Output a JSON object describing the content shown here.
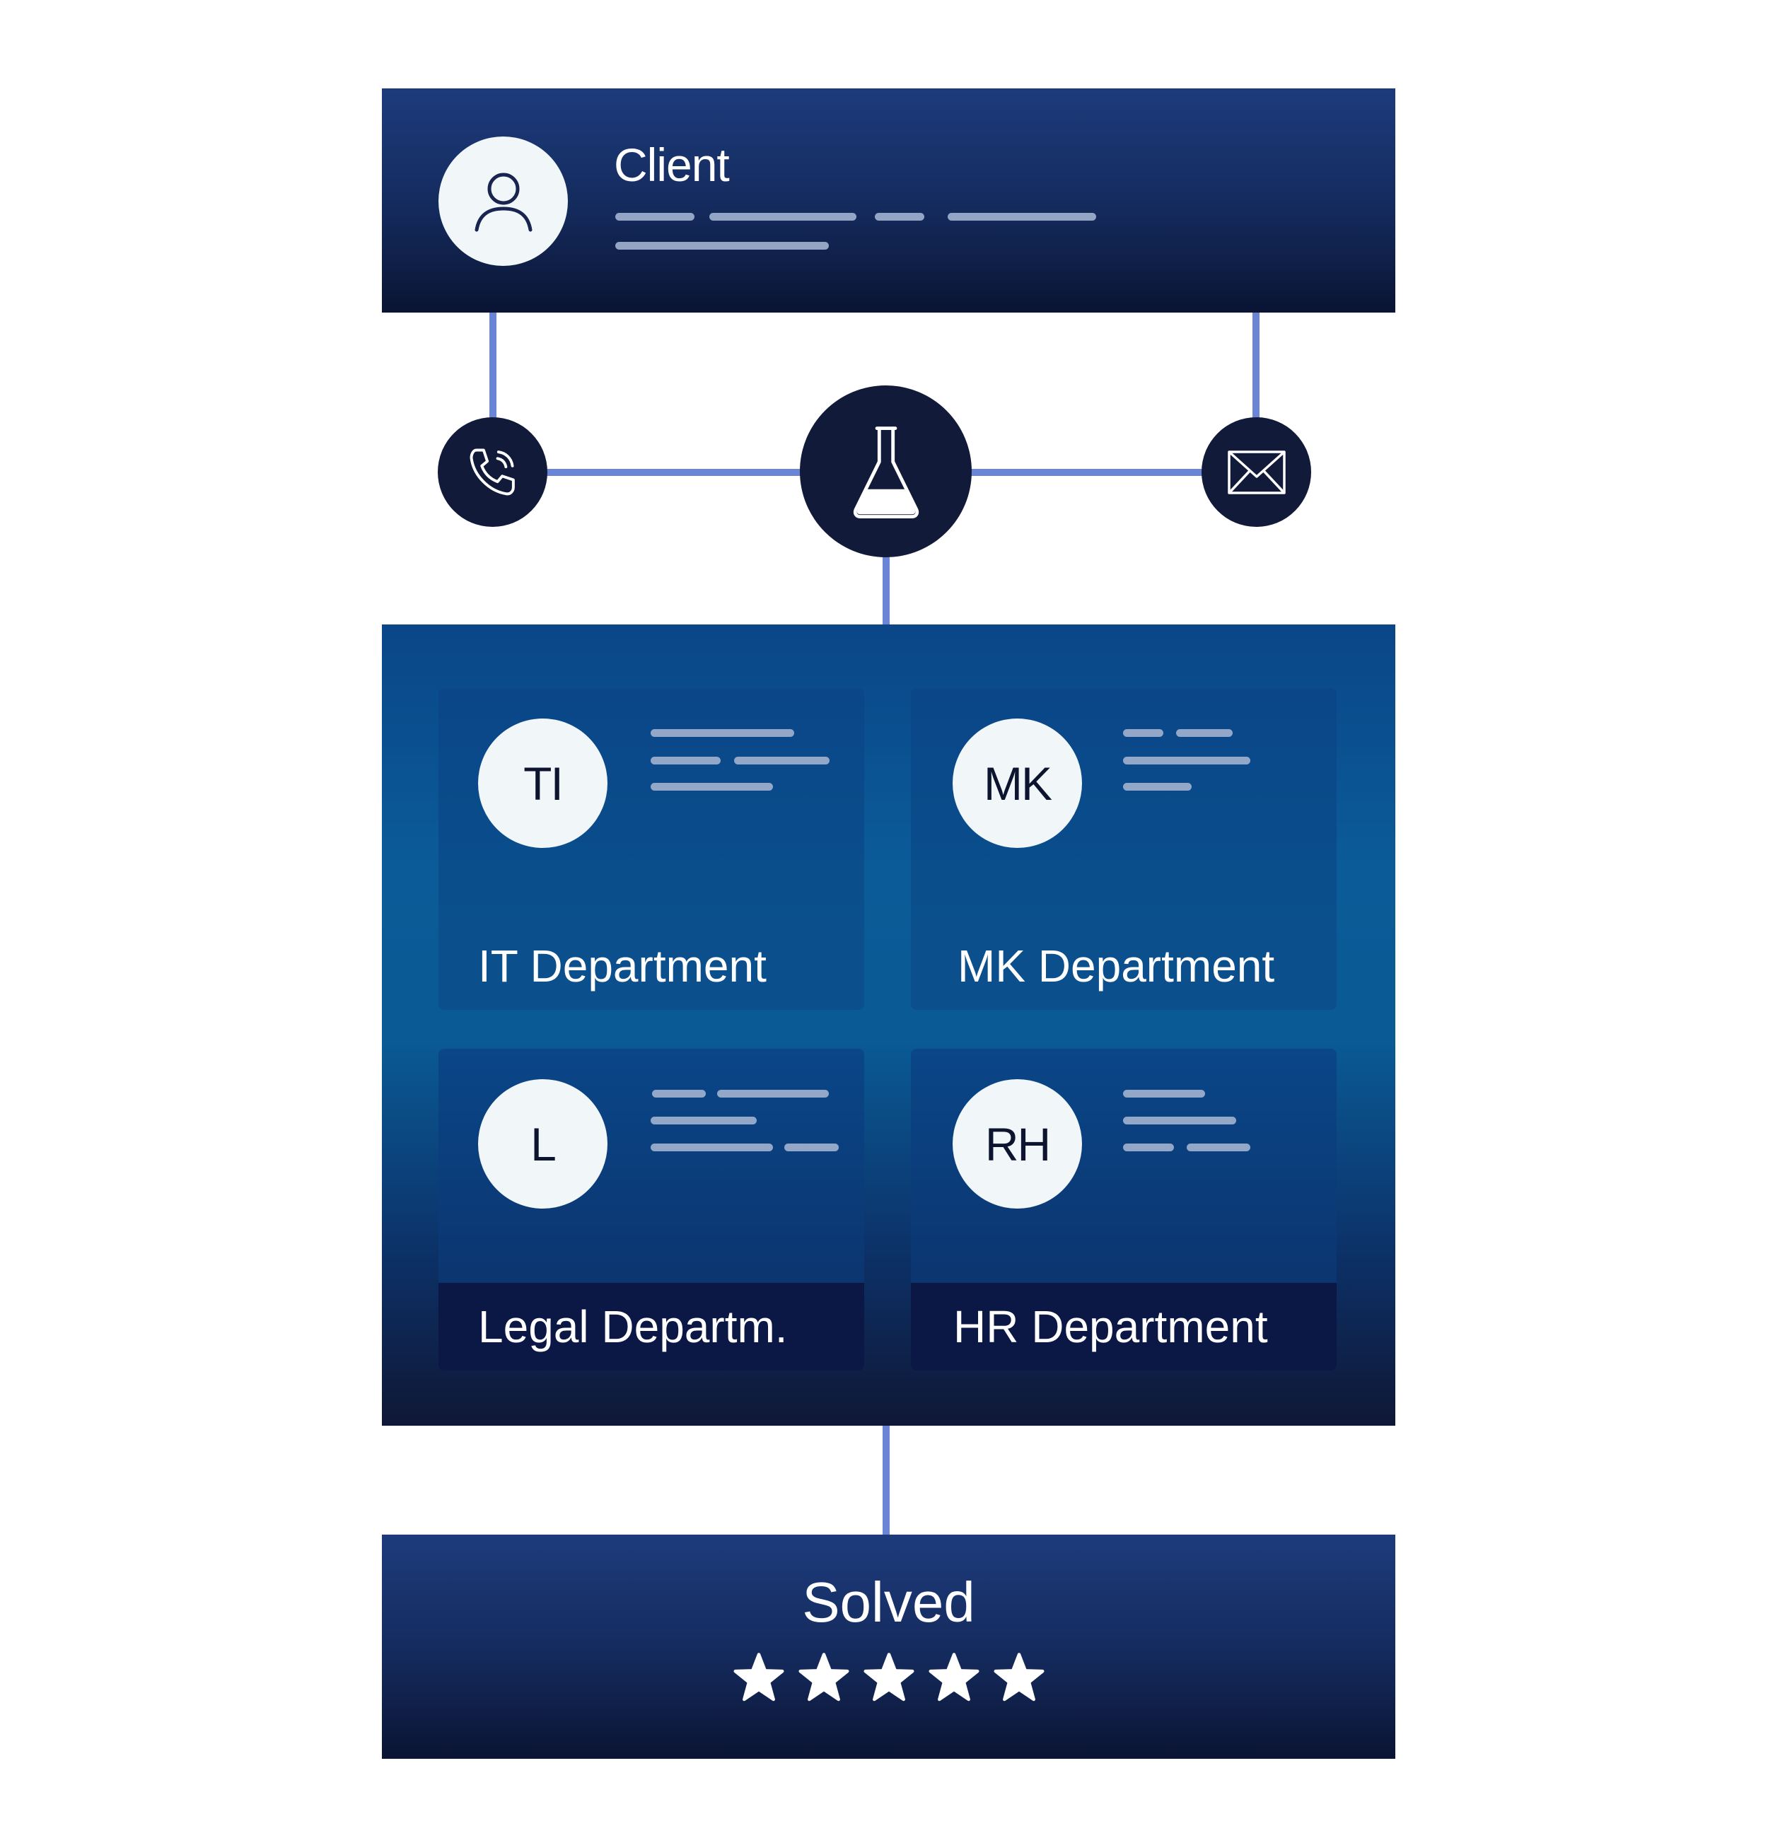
{
  "client": {
    "title": "Client",
    "icon": "user-icon"
  },
  "channels": [
    {
      "name": "phone",
      "icon": "phone-icon"
    },
    {
      "name": "lab",
      "icon": "flask-icon"
    },
    {
      "name": "email",
      "icon": "envelope-icon"
    }
  ],
  "departments": [
    {
      "initials": "TI",
      "label": "IT Department"
    },
    {
      "initials": "MK",
      "label": "MK Department"
    },
    {
      "initials": "L",
      "label": "Legal Departm."
    },
    {
      "initials": "RH",
      "label": "HR Department"
    }
  ],
  "result": {
    "title": "Solved",
    "rating": 5,
    "max_rating": 5,
    "icon": "star-icon"
  },
  "colors": {
    "connector": "#6a84d6",
    "panel_navy": "#142a5c",
    "panel_blue": "#0a4688",
    "circle_dark": "#111a38",
    "avatar_bg": "#f1f6f9"
  }
}
